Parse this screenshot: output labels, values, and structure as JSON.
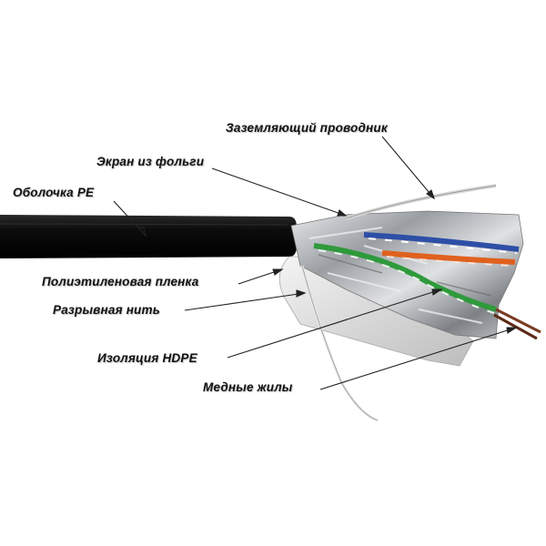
{
  "diagram": {
    "subject": "Shielded twisted-pair cable (F/UTP) cross-section",
    "labels": [
      {
        "id": "ground-conductor",
        "text": "Заземляющий проводник"
      },
      {
        "id": "foil-screen",
        "text": "Экран из фольги"
      },
      {
        "id": "pe-jacket",
        "text": "Оболочка PE"
      },
      {
        "id": "polyethylene-film",
        "text": "Полиэтиленовая пленка"
      },
      {
        "id": "rip-cord",
        "text": "Разрывная нить"
      },
      {
        "id": "hdpe-insulation",
        "text": "Изоляция HDPE"
      },
      {
        "id": "copper-cores",
        "text": "Медные жилы"
      }
    ],
    "colors": {
      "jacket": "#111111",
      "foil": "#b9bcc0",
      "pair_blue": "#2d4fa6",
      "pair_orange": "#e0611e",
      "pair_green": "#2f9a3c",
      "copper": "#7a3b22",
      "leader_line": "#222222"
    }
  }
}
